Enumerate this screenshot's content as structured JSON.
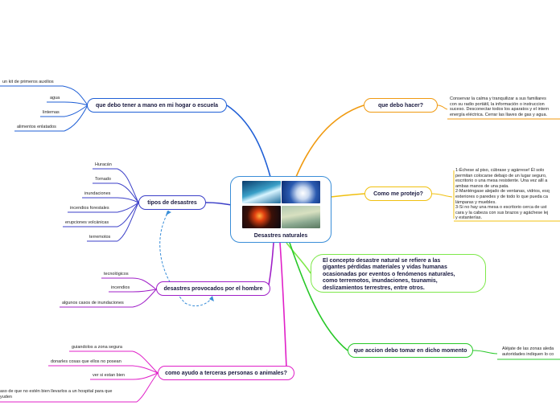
{
  "center": {
    "title": "Desastres naturales",
    "images": [
      "wave-image",
      "hurricane-image",
      "volcano-image",
      "flood-image"
    ]
  },
  "branches": {
    "hogar": {
      "label": "que debo tener a mano en mi hogar o escuela",
      "color": "#1f5fd6",
      "items": [
        "un kit de primeros auxilios",
        "agua",
        "linternas",
        "alimentos enlatados"
      ]
    },
    "tipos": {
      "label": "tipos de desastres",
      "color": "#3b3fc8",
      "items": [
        "Huracán",
        "Tornado",
        "inundaciones",
        "incendios forestales",
        "erupciones volcánicas",
        "terremotos"
      ]
    },
    "provocados": {
      "label": "desastres provocados por el hombre",
      "color": "#a020c8",
      "items": [
        "tecnológicos",
        "incendios",
        "algunos casos de inundaciones"
      ]
    },
    "terceras": {
      "label": "como ayudo a terceras personas o animales?",
      "color": "#e020c8",
      "items": [
        "guiandolos a zona segura",
        "donarles cosas que ellos no posean",
        "ver si estan bien"
      ],
      "last_item_lines": [
        "aso de que no estén bien llevarlos a un hospital para que",
        "yuden"
      ]
    },
    "que_hacer": {
      "label": "que debo hacer?",
      "color": "#f09a10",
      "note_lines": [
        "Conservar la calma y tranquilizar a sus familiares",
        "con su radio portátil, la información o instruccion",
        "suceso. Desconectar todos los aparatos y el intern",
        "energía eléctrica. Cerrar las llaves de gas y agua."
      ]
    },
    "protejo": {
      "label": "Como me protejo?",
      "color": "#f0c010",
      "note_lines": [
        "1-Échese al piso, cúbrase y agárrese! Él solo",
        "permitan colocarse debajo de un lugar seguro,",
        "escritorio o una mesa resistente. Una vez allí a",
        "ambas manos de una pata.",
        "2-Manténgase alejado de ventanas, vidrios, esq",
        "exteriores o paredes y de todo lo que pueda ca",
        "lámparas y muebles.",
        "3-Si no hay una mesa o escritorio cerca de ust",
        "cara y la cabeza con sus brazos y agáchese lej",
        "y estanterías."
      ]
    },
    "concepto": {
      "color": "#7ee84a",
      "lines": [
        "El concepto desastre natural se refiere a las",
        "gigantes pérdidas materiales y vidas humanas",
        "ocasionadas por eventos o fenómenos naturales,",
        "como terremotos, inundaciones, tsunamis,",
        "deslizamientos terrestres, entre otros."
      ]
    },
    "momento": {
      "label": "que accion debo tomar en dicho momento",
      "color": "#28c828",
      "note_lines": [
        "Aléjate de las zonas aleda",
        "autoridades indiquen lo co"
      ]
    }
  }
}
